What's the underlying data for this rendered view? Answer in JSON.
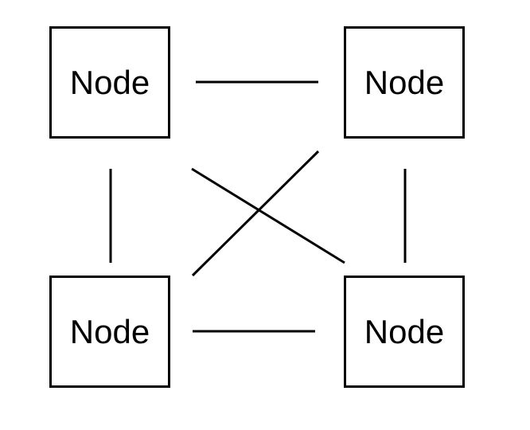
{
  "diagram": {
    "nodes": [
      {
        "id": "top-left",
        "label": "Node"
      },
      {
        "id": "top-right",
        "label": "Node"
      },
      {
        "id": "bottom-left",
        "label": "Node"
      },
      {
        "id": "bottom-right",
        "label": "Node"
      }
    ],
    "edges": [
      {
        "from": "top-left",
        "to": "top-right"
      },
      {
        "from": "top-left",
        "to": "bottom-left"
      },
      {
        "from": "top-left",
        "to": "bottom-right"
      },
      {
        "from": "top-right",
        "to": "bottom-left"
      },
      {
        "from": "top-right",
        "to": "bottom-right"
      },
      {
        "from": "bottom-left",
        "to": "bottom-right"
      }
    ],
    "stroke_color": "#000000",
    "background_color": "#ffffff"
  }
}
